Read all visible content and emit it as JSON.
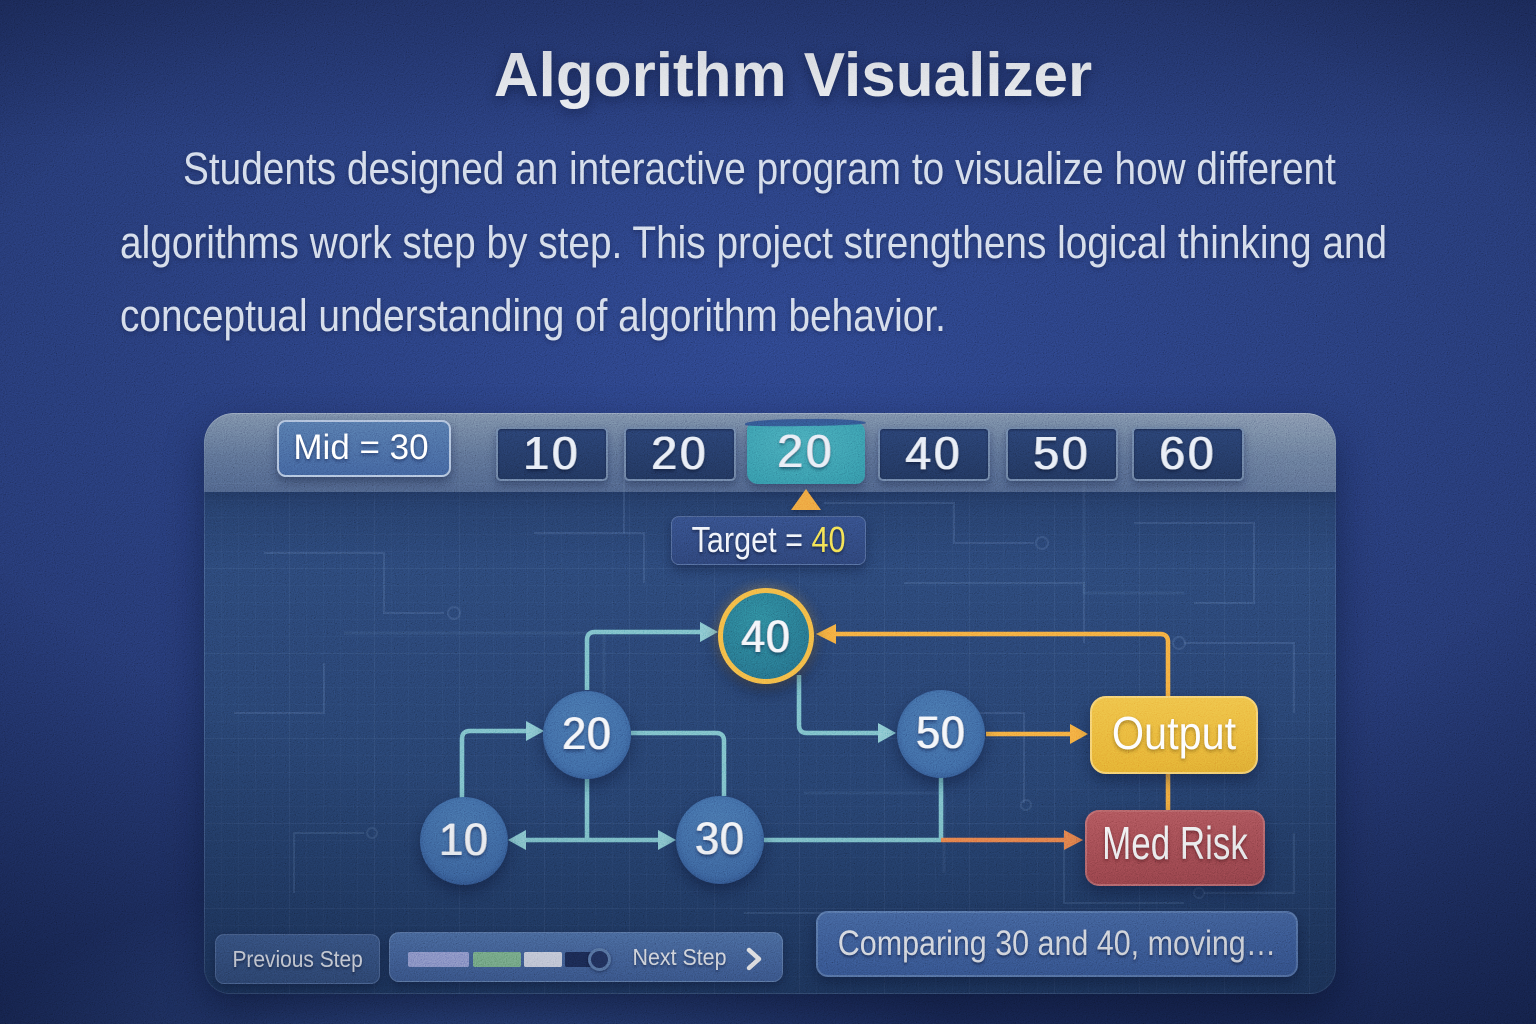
{
  "header": {
    "title": "Algorithm Visualizer",
    "description_lines": [
      "Students designed an interactive program to visualize how different",
      "algorithms work step by step. This project strengthens logical thinking and",
      "conceptual understanding of algorithm behavior."
    ]
  },
  "visualizer": {
    "mid_badge_label": "Mid = 30",
    "array": {
      "cells": [
        {
          "value": "10"
        },
        {
          "value": "20"
        },
        {
          "value": "20"
        },
        {
          "value": "40"
        },
        {
          "value": "50"
        },
        {
          "value": "60"
        }
      ],
      "highlighted_index": 2
    },
    "target": {
      "prefix": "Target = ",
      "value": "40"
    },
    "tree": {
      "root_value": "40",
      "nodes": [
        {
          "value": "40",
          "state": "current"
        },
        {
          "value": "20",
          "state": "default"
        },
        {
          "value": "50",
          "state": "default"
        },
        {
          "value": "10",
          "state": "default"
        },
        {
          "value": "30",
          "state": "default"
        }
      ]
    },
    "output_box_label": "Output",
    "risk_box_label": "Med Risk",
    "controls": {
      "previous_label": "Previous Step",
      "next_label": "Next Step"
    },
    "status_message": "Comparing 30 and 40, moving…"
  },
  "colors": {
    "background_blue": "#25386e",
    "panel_blue": "#2a4775",
    "array_bar_grey_blue": "#8ba0bf",
    "highlight_cell_teal": "#3390a3",
    "current_node_teal": "#256f85",
    "node_blue": "#3f69a0",
    "edge_teal": "#74bac4",
    "edge_orange": "#f2a63c",
    "edge_red_orange": "#e97c47",
    "output_amber": "#e8b23a",
    "risk_red": "#a04a50",
    "target_value_yellow": "#f2df4e",
    "progress_segment_colors": [
      "#98a2e0",
      "#7fbb8d",
      "#dde3f3",
      "#1c2c55"
    ]
  }
}
